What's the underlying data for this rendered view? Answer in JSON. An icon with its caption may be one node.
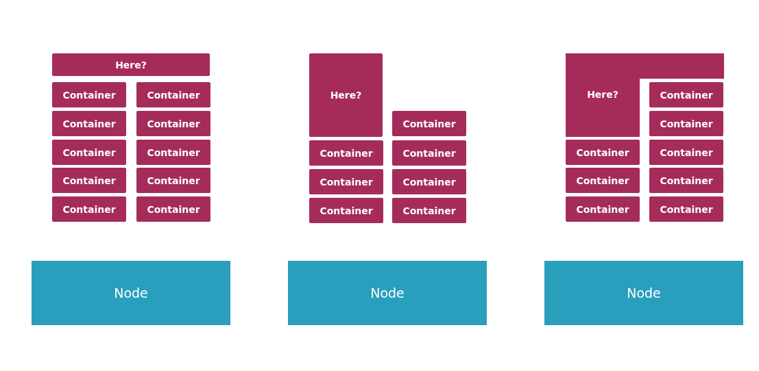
{
  "diagram": {
    "nodes": [
      {
        "text": [
          "Here?"
        ]
      },
      {
        "text": [
          "Container"
        ]
      },
      {
        "text": [
          "Container"
        ]
      },
      {
        "text": [
          "Container"
        ]
      },
      {
        "text": [
          "Container"
        ]
      },
      {
        "text": [
          "Container"
        ]
      },
      {
        "text": [
          "Container"
        ]
      },
      {
        "text": [
          "Container"
        ]
      },
      {
        "text": [
          "Container"
        ]
      },
      {
        "text": [
          "Container"
        ]
      },
      {
        "text": [
          "Container"
        ]
      },
      {
        "text": [
          "Node"
        ]
      },
      {
        "text": [
          "Here?"
        ]
      },
      {
        "text": [
          "Container"
        ]
      },
      {
        "text": [
          "Container"
        ]
      },
      {
        "text": [
          "Container"
        ]
      },
      {
        "text": [
          "Container"
        ]
      },
      {
        "text": [
          "Container"
        ]
      },
      {
        "text": [
          "Container"
        ]
      },
      {
        "text": [
          "Container"
        ]
      },
      {
        "text": [
          "Node"
        ]
      },
      {
        "text": [
          "Here?"
        ]
      },
      {
        "text": [
          "Container"
        ]
      },
      {
        "text": [
          "Container"
        ]
      },
      {
        "text": [
          "Container"
        ]
      },
      {
        "text": [
          "Container"
        ]
      },
      {
        "text": [
          "Container"
        ]
      },
      {
        "text": [
          "Container"
        ]
      },
      {
        "text": [
          "Container"
        ]
      },
      {
        "text": [
          "Container"
        ]
      },
      {
        "text": [
          "Node"
        ]
      }
    ]
  }
}
